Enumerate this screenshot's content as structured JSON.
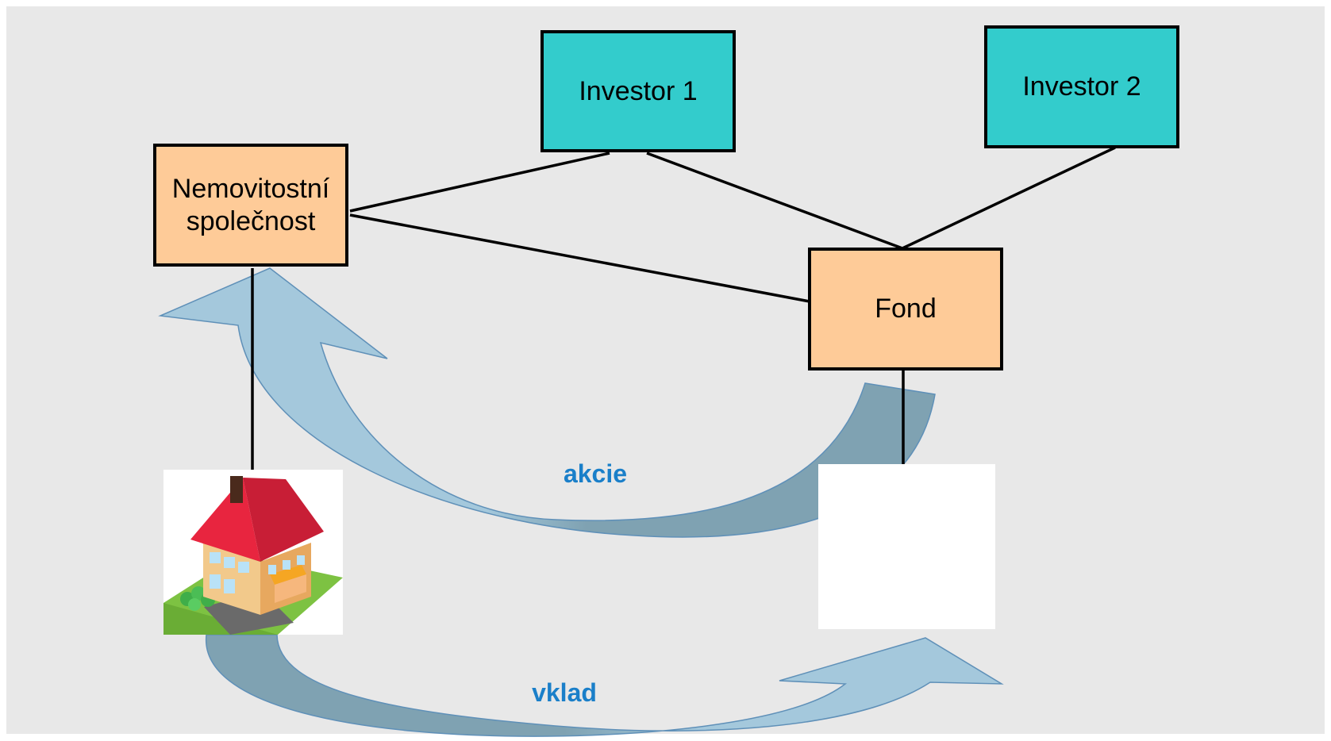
{
  "nodes": {
    "company": {
      "label": "Nemovitostní\nspolečnost"
    },
    "investor1": {
      "label": "Investor 1"
    },
    "investor2": {
      "label": "Investor 2"
    },
    "fund": {
      "label": "Fond"
    }
  },
  "flows": {
    "shares_label": "akcie",
    "deposit_label": "vklad"
  },
  "colors": {
    "background": "#e8e8e8",
    "entity_fill": "#fecb98",
    "investor_fill": "#33cccc",
    "arrow_light": "#a4c8dc",
    "arrow_dark": "#7fa2b2",
    "label_text": "#1a7fc9"
  },
  "icons": {
    "property": "house-icon"
  }
}
